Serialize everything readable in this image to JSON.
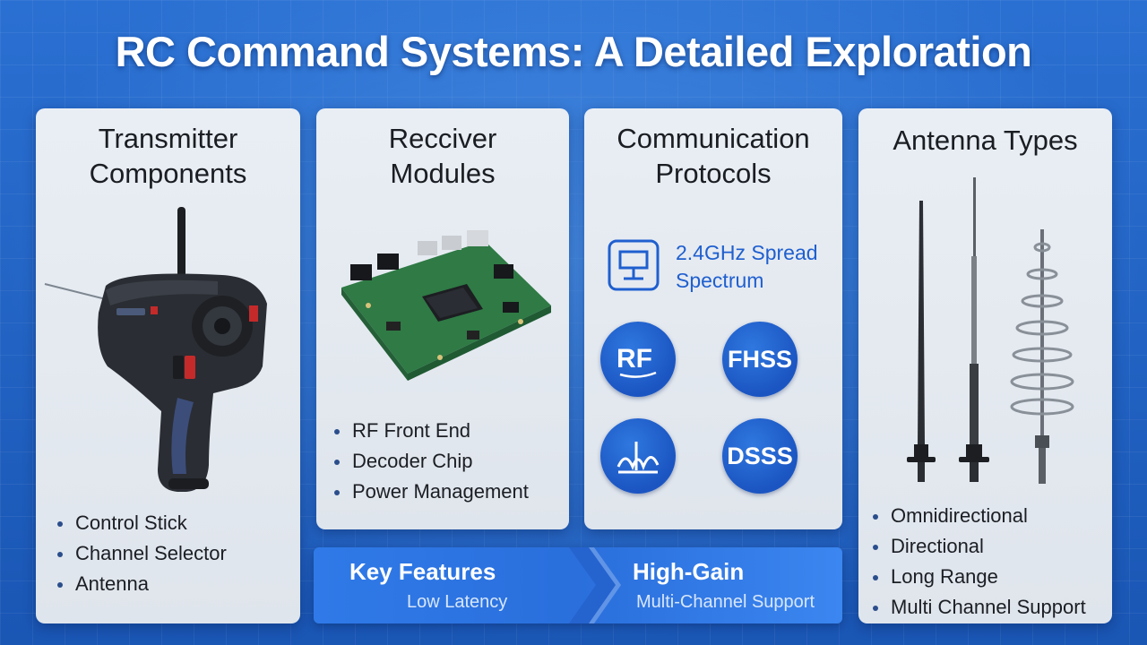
{
  "title": "RC Command Systems: A Detailed Exploration",
  "cards": [
    {
      "title_line1": "Transmitter",
      "title_line2": "Components",
      "bullets": [
        "Control Stick",
        "Channel Selector",
        "Antenna"
      ]
    },
    {
      "title_line1": "Recciver",
      "title_line2": "Modules",
      "bullets": [
        "RF Front End",
        "Decoder Chip",
        "Power Management"
      ]
    },
    {
      "title_line1": "Communication",
      "title_line2": "Protocols",
      "protocol_line1": "2.4GHz Spread",
      "protocol_line2": "Spectrum",
      "badges": [
        "FHSS",
        "DSSS"
      ]
    },
    {
      "title_line1": "Antenna Types",
      "bullets": [
        "Omnidirectional",
        "Directional",
        "Long Range",
        "Multi Channel Support"
      ]
    }
  ],
  "banner": {
    "left_head": "Key Features",
    "left_sub": "Low Latency",
    "right_head": "High-Gain",
    "right_sub": "Multi-Channel Support"
  },
  "icons": [
    "transmitter-image",
    "receiver-board-image",
    "spectrum-icon",
    "rf-icon",
    "signal-icon",
    "whip-antenna-image",
    "telescopic-antenna-image",
    "helical-antenna-image"
  ],
  "colors": {
    "background": "#1e63c4",
    "badge": "#1b55c2",
    "accent_text": "#1f5fcf",
    "card": "#e6ebf1"
  }
}
